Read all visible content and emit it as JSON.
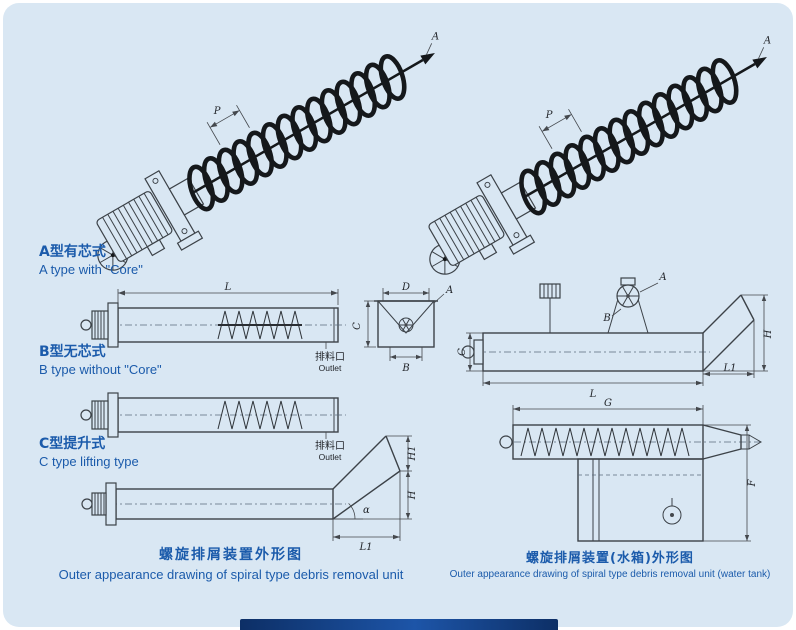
{
  "page": {
    "bg_color": "#d9e7f3",
    "line_color": "#3c4248",
    "text_blue": "#1b5bab",
    "footer_bar_color": "#123c7e"
  },
  "types": {
    "a_cn": "A型有芯式",
    "a_en": "A type with \"Core\"",
    "b_cn": "B型无芯式",
    "b_en": "B type without \"Core\"",
    "c_cn": "C型提升式",
    "c_en": "C type lifting type"
  },
  "outlet": {
    "cn": "排料口",
    "en": "Outlet"
  },
  "captions": {
    "left_cn": "螺旋排屑装置外形图",
    "left_en": "Outer appearance drawing of spiral type debris removal unit",
    "right_cn": "螺旋排屑装置(水箱)外形图",
    "right_en": "Outer appearance drawing of spiral type debris removal unit (water tank)"
  },
  "dims": {
    "iso_tip": "A",
    "iso_pitch": "P",
    "length": "L",
    "section_top": "D",
    "section_a": "A",
    "section_b": "B",
    "section_c": "C",
    "lift_h1": "H1",
    "lift_h": "H",
    "lift_angle": "α",
    "lift_l1": "L1",
    "right_a": "A",
    "right_b": "B",
    "right_c": "C",
    "right_h": "H",
    "right_l": "L",
    "right_l1": "L1",
    "tank_g": "G",
    "tank_f": "F"
  }
}
